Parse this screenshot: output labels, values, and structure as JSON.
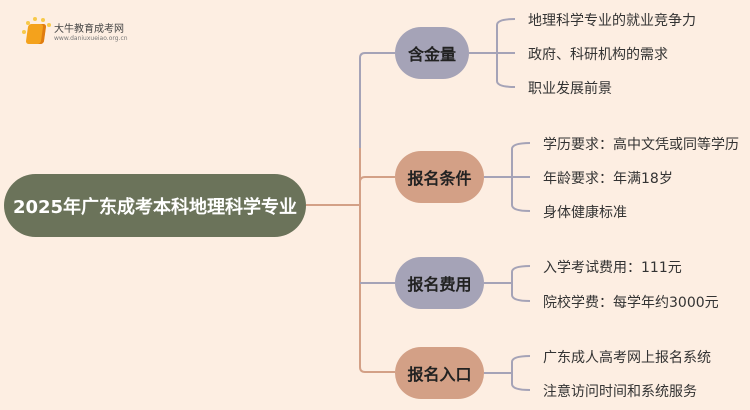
{
  "logo": {
    "title": "大牛教育成考网",
    "url": "www.daniuxueiao.org.cn",
    "icon": "book-icon"
  },
  "root": {
    "label": "2025年广东成考本科地理科学专业"
  },
  "branches": [
    {
      "label": "含金量",
      "color": "#a5a3b7",
      "items": [
        "地理科学专业的就业竞争力",
        "政府、科研机构的需求",
        "职业发展前景"
      ]
    },
    {
      "label": "报名条件",
      "color": "#d3a086",
      "items": [
        "学历要求：高中文凭或同等学历",
        "年龄要求：年满18岁",
        "身体健康标准"
      ]
    },
    {
      "label": "报名费用",
      "color": "#a5a3b7",
      "items": [
        "入学考试费用：111元",
        "院校学费：每学年约3000元"
      ]
    },
    {
      "label": "报名入口",
      "color": "#d3a086",
      "items": [
        "广东成人高考网上报名系统",
        "注意访问时间和系统服务"
      ]
    }
  ],
  "colors": {
    "background": "#fdeee2",
    "root": "#6b735a",
    "lilac": "#a5a3b7",
    "tan": "#d3a086"
  }
}
